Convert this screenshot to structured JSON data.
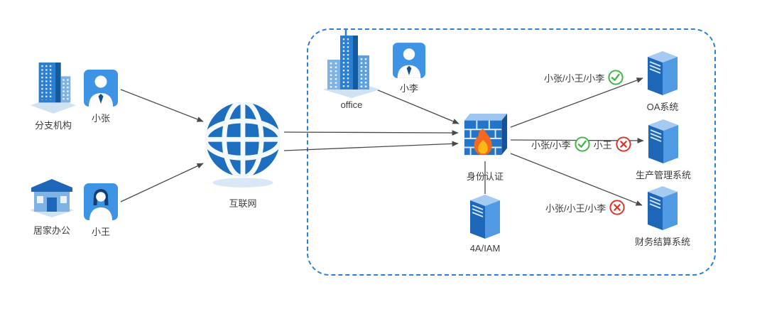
{
  "nodes": {
    "branch": "分支机构",
    "xiaozhang": "小张",
    "home": "居家办公",
    "xiaowang": "小王",
    "internet": "互联网",
    "office": "office",
    "xiaoli": "小李",
    "auth": "身份认证",
    "iam": "4A/IAM"
  },
  "systems": [
    {
      "name": "OA系统",
      "groups": [
        {
          "users": "小张/小王/小李",
          "status": "allow"
        }
      ]
    },
    {
      "name": "生产管理系统",
      "groups": [
        {
          "users": "小张/小李",
          "status": "allow"
        },
        {
          "users": "小王",
          "status": "deny"
        }
      ]
    },
    {
      "name": "财务结算系统",
      "groups": [
        {
          "users": "小张/小王/小李",
          "status": "deny"
        }
      ]
    }
  ],
  "colors": {
    "accent_blue": "#2f7fd6",
    "icon_blue": "#2474c8",
    "allow_green": "#45b649",
    "deny_red": "#d63a2f",
    "arrow_gray": "#4a4a4a"
  }
}
